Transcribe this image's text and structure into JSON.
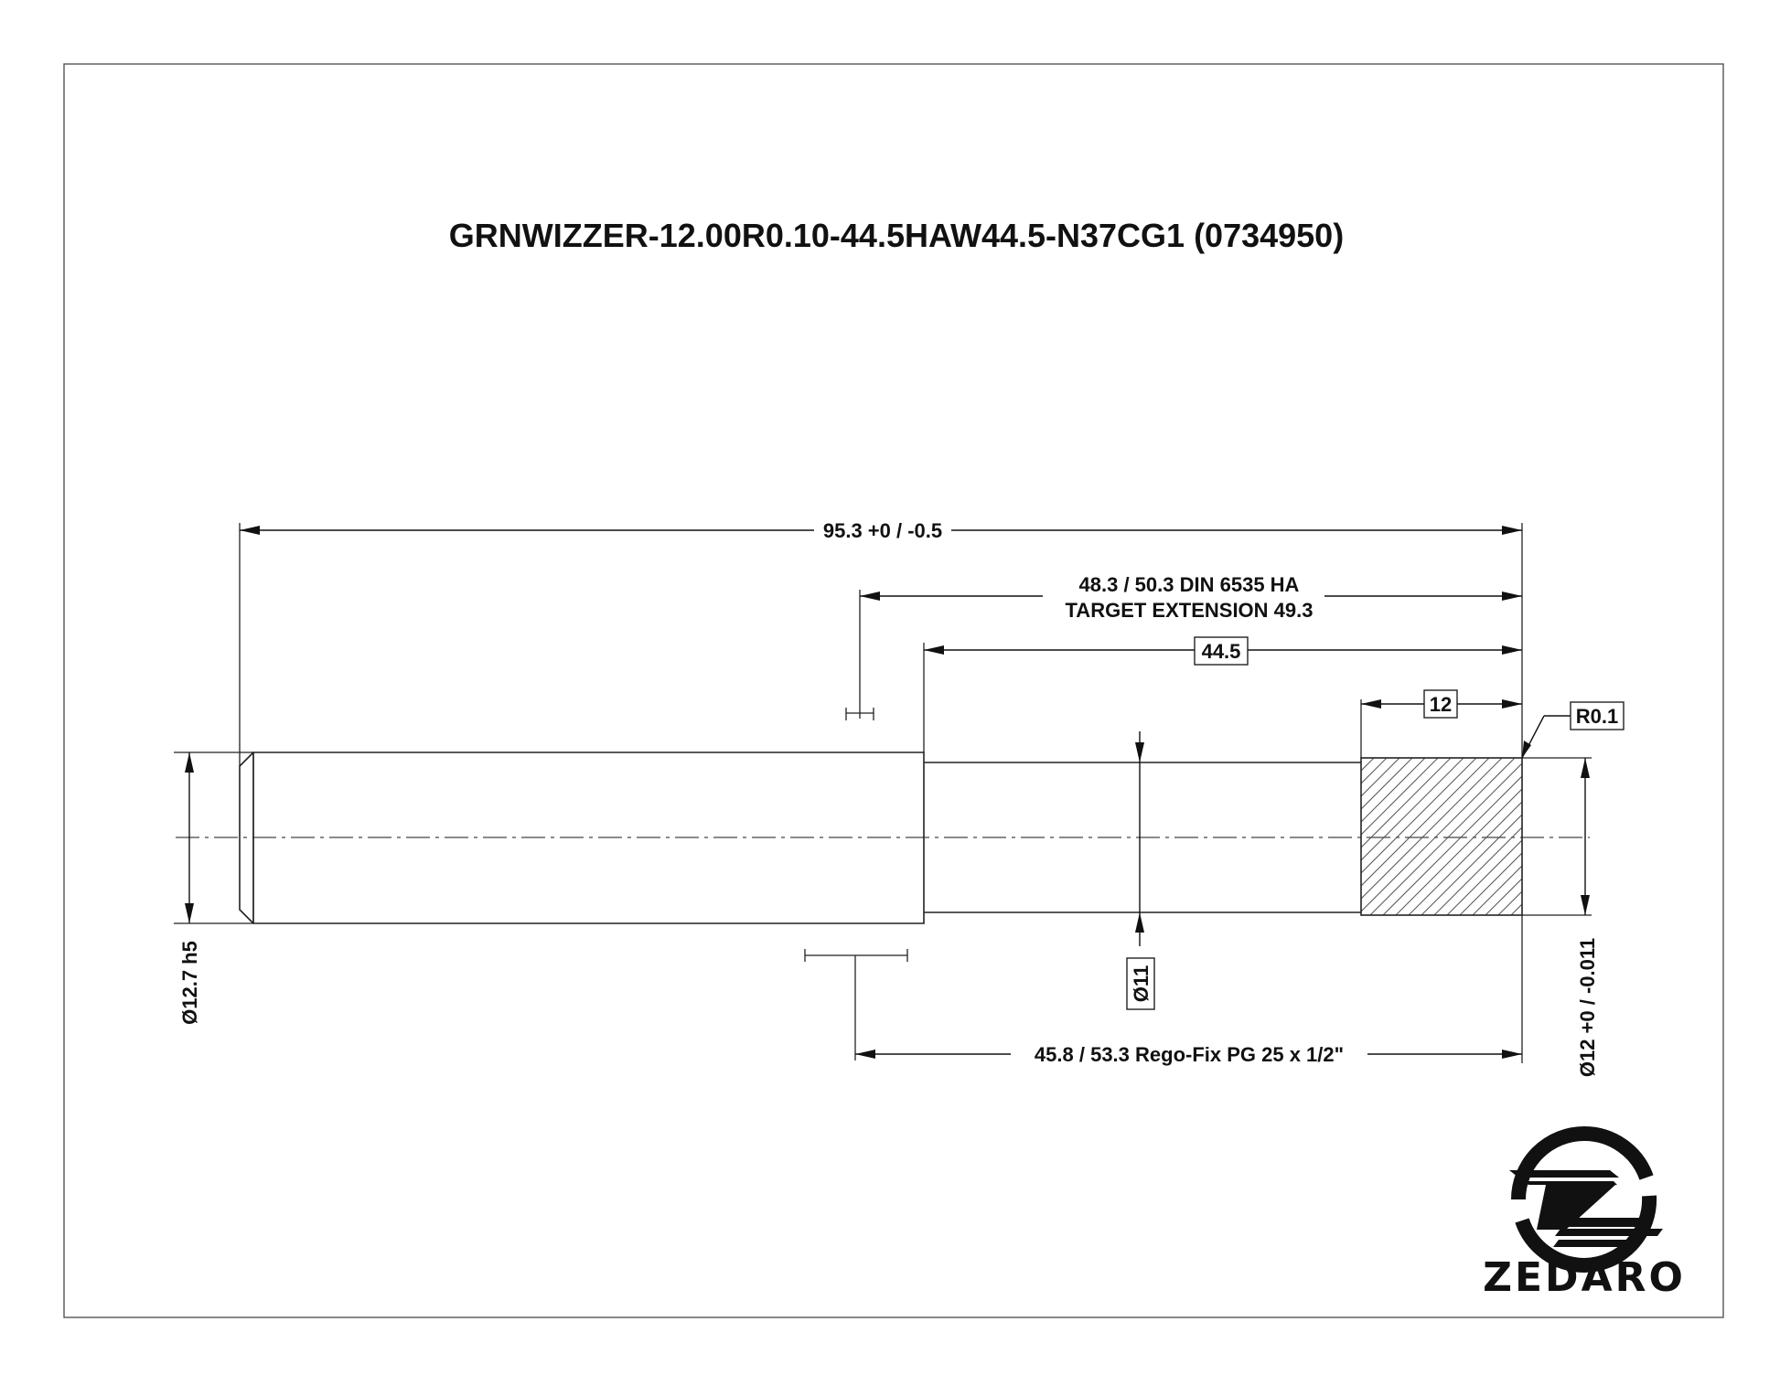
{
  "title": "GRNWIZZER-12.00R0.10-44.5HAW44.5-N37CG1 (0734950)",
  "dimensions": {
    "overall_length": "95.3 +0 / -0.5",
    "din_line1": "48.3 / 50.3 DIN 6535 HA",
    "din_line2": "TARGET EXTENSION 49.3",
    "neck_length": "44.5",
    "flute_length": "12",
    "corner_radius": "R0.1",
    "shank_diameter": "Ø12.7 h5",
    "neck_diameter": "Ø11",
    "cutting_diameter": "Ø12 +0 / -0.011",
    "rego_fix": "45.8 / 53.3 Rego-Fix PG 25 x 1/2\""
  },
  "logo": {
    "name": "ZEDARO"
  }
}
